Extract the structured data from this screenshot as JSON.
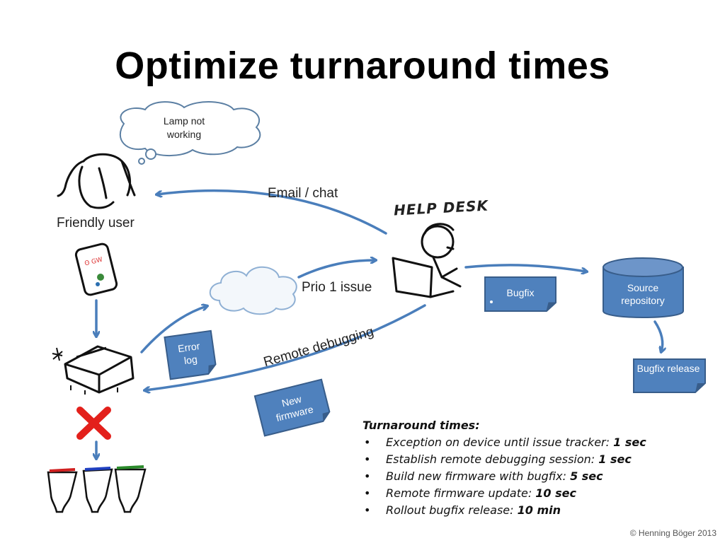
{
  "title": "Optimize turnaround times",
  "thought_bubble": {
    "text": "Lamp not working"
  },
  "user_label": "Friendly user",
  "helpdesk_label": "HELP DESK",
  "arrows": {
    "email_chat": "Email / chat",
    "prio_issue": "Prio 1 issue",
    "remote_debugging": "Remote debugging"
  },
  "cards": {
    "bugfix": "Bugfix",
    "error_log": "Error log",
    "new_firmware": "New firmware",
    "bugfix_release": "Bugfix release"
  },
  "source_repository": "Source repository",
  "turnaround": {
    "heading": "Turnaround times:",
    "items": [
      {
        "label": "Exception on device until issue tracker: ",
        "value": "1 sec"
      },
      {
        "label": "Establish remote debugging session: ",
        "value": "1 sec"
      },
      {
        "label": "Build new firmware with bugfix: ",
        "value": "5 sec"
      },
      {
        "label": "Remote firmware update: ",
        "value": "10 sec"
      },
      {
        "label": "Rollout bugfix release: ",
        "value": "10 min"
      }
    ]
  },
  "copyright": "© Henning Böger 2013",
  "colors": {
    "arrow": "#4a7ebb",
    "card": "#4f81bd",
    "card_border": "#385d8a",
    "error_x": "#e3201b"
  }
}
